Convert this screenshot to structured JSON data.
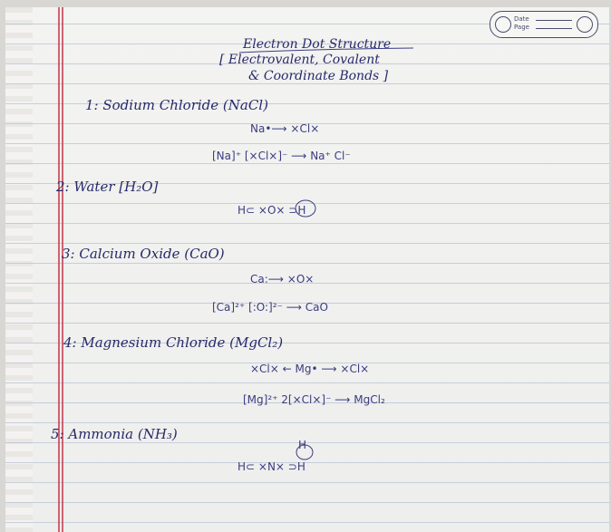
{
  "header": {
    "title": "Electron Dot Structure",
    "subtitle": "[ Electrovalent, Covalent",
    "subtitle2": "& Coordinate Bonds ]",
    "stamp_date": "Date",
    "stamp_page": "Page"
  },
  "sections": [
    {
      "heading": "1: Sodium Chloride (NaCl)",
      "lines": [
        "Na•⟶ ×Cl×",
        "[Na]⁺  [×Cl×]⁻ ⟶  Na⁺ Cl⁻"
      ]
    },
    {
      "heading": "2: Water [H₂O]",
      "lines": [
        "H⊂  ×O×  ⊃H"
      ]
    },
    {
      "heading": "3: Calcium Oxide (CaO)",
      "lines": [
        "Ca:⟶ ×O×",
        "[Ca]²⁺  [:O:]²⁻ ⟶   CaO"
      ]
    },
    {
      "heading": "4: Magnesium Chloride (MgCl₂)",
      "lines": [
        "×Cl× ← Mg• ⟶ ×Cl×",
        "[Mg]²⁺  2[×Cl×]⁻ ⟶  MgCl₂"
      ]
    },
    {
      "heading": "5: Ammonia (NH₃)",
      "lines": [
        "H",
        "H⊂  ×N×  ⊃H"
      ]
    }
  ],
  "colors": {
    "ink": "#27296b",
    "margin": "#c84a5a",
    "rules": "#b7c3d3"
  }
}
